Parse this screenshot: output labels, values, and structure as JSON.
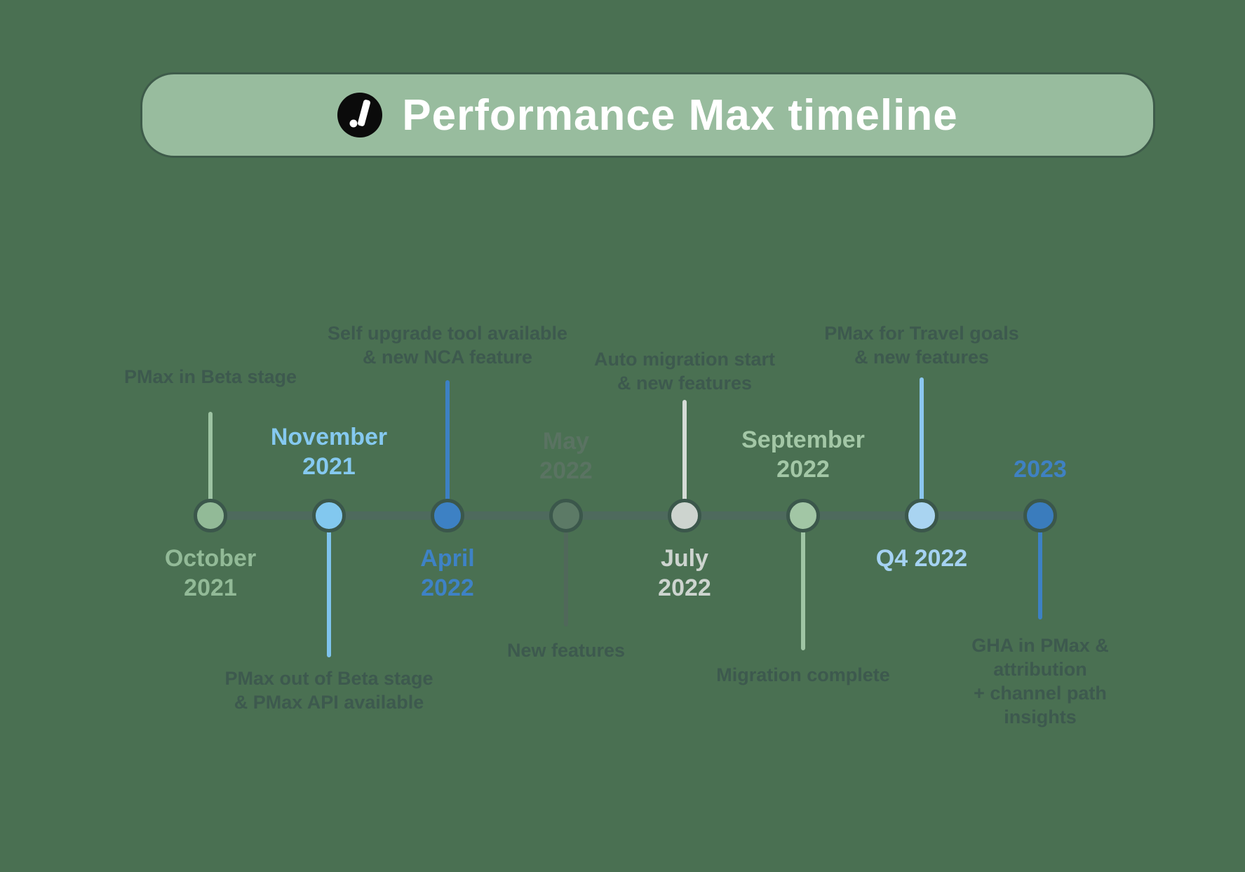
{
  "header": {
    "title": "Performance Max timeline",
    "logo_icon": "brand-a-slash-logo",
    "pill_background": "#98BC9E",
    "pill_border": "#3E5B4A",
    "title_color": "#FFFFFF",
    "logo_background": "#0B0B0B"
  },
  "canvas": {
    "background": "#4A7052",
    "line_color": "#4E6A5D",
    "node_ring_color": "#3B574B",
    "description_text_color": "#3D594E"
  },
  "timeline": {
    "items": [
      {
        "id": "october-2021",
        "month": "October\n2021",
        "desc": "PMax in Beta stage",
        "month_position": "below",
        "desc_position": "above",
        "node_color": "#92BA97",
        "connector_color": "#9DC3A2",
        "month_color": "#92BA97"
      },
      {
        "id": "november-2021",
        "month": "November\n2021",
        "desc": "PMax out of Beta stage\n& PMax API available",
        "month_position": "above",
        "desc_position": "below",
        "node_color": "#82C8EF",
        "connector_color": "#7EC3EC",
        "month_color": "#85C9F0"
      },
      {
        "id": "april-2022",
        "month": "April\n2022",
        "desc": "Self upgrade tool available\n& new NCA feature",
        "month_position": "below",
        "desc_position": "above",
        "node_color": "#3D81C4",
        "connector_color": "#3D81C4",
        "month_color": "#3E82C6"
      },
      {
        "id": "may-2022",
        "month": "May\n2022",
        "desc": "New features",
        "month_position": "above",
        "desc_position": "below",
        "node_color": "#5C7A66",
        "connector_color": "#50685A",
        "month_color": "#5A7362"
      },
      {
        "id": "july-2022",
        "month": "July\n2022",
        "desc": "Auto migration start\n& new features",
        "month_position": "below",
        "desc_position": "above",
        "node_color": "#CDD4CF",
        "connector_color": "#D5DBD6",
        "month_color": "#CDD4CF"
      },
      {
        "id": "september-2022",
        "month": "September\n2022",
        "desc": "Migration complete",
        "month_position": "above",
        "desc_position": "below",
        "node_color": "#A2C6A5",
        "connector_color": "#9FC5A4",
        "month_color": "#A3C7A6"
      },
      {
        "id": "q4-2022",
        "month": "Q4 2022",
        "desc": "PMax for Travel goals\n& new features",
        "month_position": "below",
        "desc_position": "above",
        "node_color": "#A9D4F1",
        "connector_color": "#8BC7EF",
        "month_color": "#A5D2F2"
      },
      {
        "id": "2023",
        "month": "2023",
        "desc": "GHA in PMax & attribution\n+ channel path insights",
        "month_position": "above",
        "desc_position": "below",
        "node_color": "#3A7CBD",
        "connector_color": "#3D81C4",
        "month_color": "#3F81C3"
      }
    ]
  }
}
